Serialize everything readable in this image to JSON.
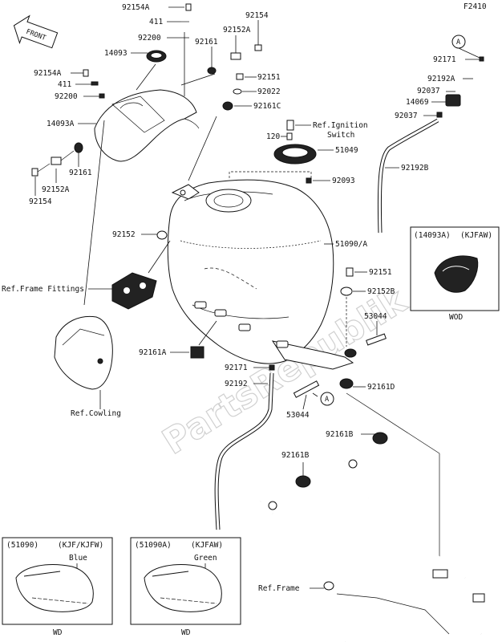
{
  "diagram": {
    "code": "F2410",
    "front_label": "FRONT",
    "watermark": "PartsRepublik",
    "parts": {
      "p92154A_top": "92154A",
      "p411_top": "411",
      "p92154_top": "92154",
      "p92200_top": "92200",
      "p92161_top": "92161",
      "p92152A_top": "92152A",
      "p14093": "14093",
      "p92154A_left": "92154A",
      "p411_left": "411",
      "p92200_left": "92200",
      "p14093A": "14093A",
      "p92161_left": "92161",
      "p92152A_left": "92152A",
      "p92154_left": "92154",
      "p92151_top": "92151",
      "p92022": "92022",
      "p92161C": "92161C",
      "p120": "120",
      "ref_ignition": "Ref.Ignition",
      "ref_ignition_2": "Switch",
      "p51049": "51049",
      "p92093": "92093",
      "p92171_right": "92171",
      "p92192A": "92192A",
      "p92037_a": "92037",
      "p14069": "14069",
      "p92037_b": "92037",
      "p92192B": "92192B",
      "p92152_mid": "92152",
      "p51090A": "51090/A",
      "p92151_mid": "92151",
      "p92152B": "92152B",
      "ref_frame_fittings": "Ref.Frame Fittings",
      "p53044_right": "53044",
      "p92161A": "92161A",
      "p92171_mid": "92171",
      "p92192": "92192",
      "p53044_mid": "53044",
      "p92161D": "92161D",
      "ref_cowling": "Ref.Cowling",
      "p92161B_right": "92161B",
      "p92161B_mid": "92161B",
      "ref_frame": "Ref.Frame",
      "callout_a": "A"
    },
    "inset_14093A": {
      "code": "(14093A)",
      "variant": "(KJFAW)",
      "footer": "WOD"
    },
    "inset_51090": {
      "code": "(51090)",
      "variant": "(KJF/KJFW)",
      "color": "Blue",
      "footer": "WD"
    },
    "inset_51090A": {
      "code": "(51090A)",
      "variant": "(KJFAW)",
      "color": "Green",
      "footer": "WD"
    }
  }
}
